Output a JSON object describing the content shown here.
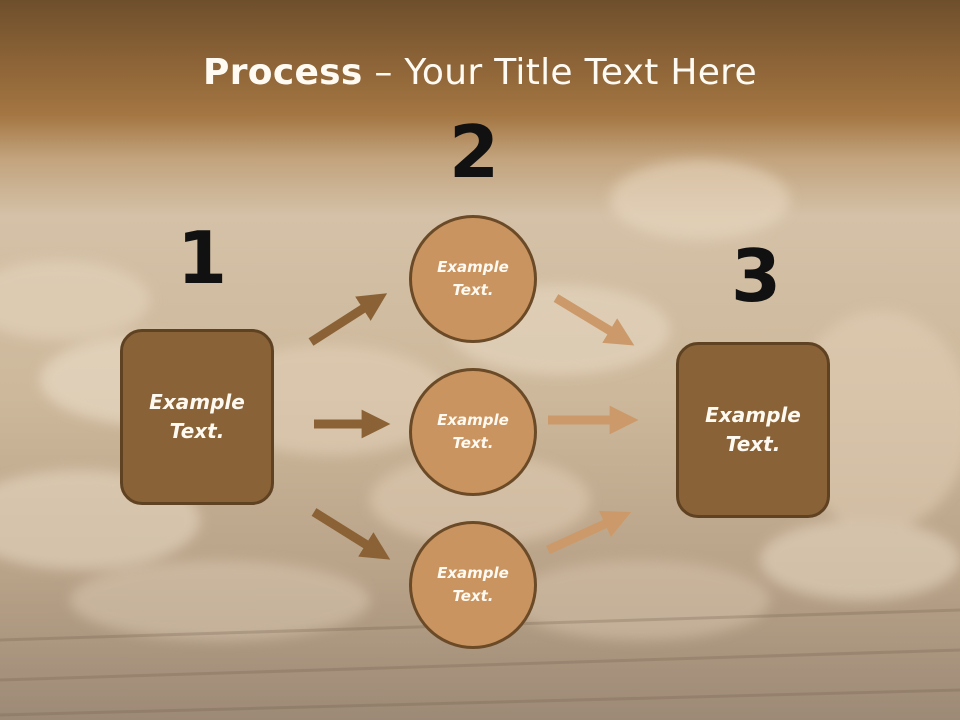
{
  "title": {
    "bold": "Process",
    "rest": " – Your Title Text Here"
  },
  "numbers": [
    "1",
    "2",
    "3"
  ],
  "left_box": {
    "text": "Example\nText."
  },
  "right_box": {
    "text": "Example\nText."
  },
  "circles": [
    {
      "text": "Example\nText."
    },
    {
      "text": "Example\nText."
    },
    {
      "text": "Example\nText."
    }
  ],
  "colors": {
    "box_fill": "#8a6238",
    "circle_fill": "#c9945f",
    "arrow_dark": "#8b6236",
    "arrow_light": "#cc9a6a"
  }
}
